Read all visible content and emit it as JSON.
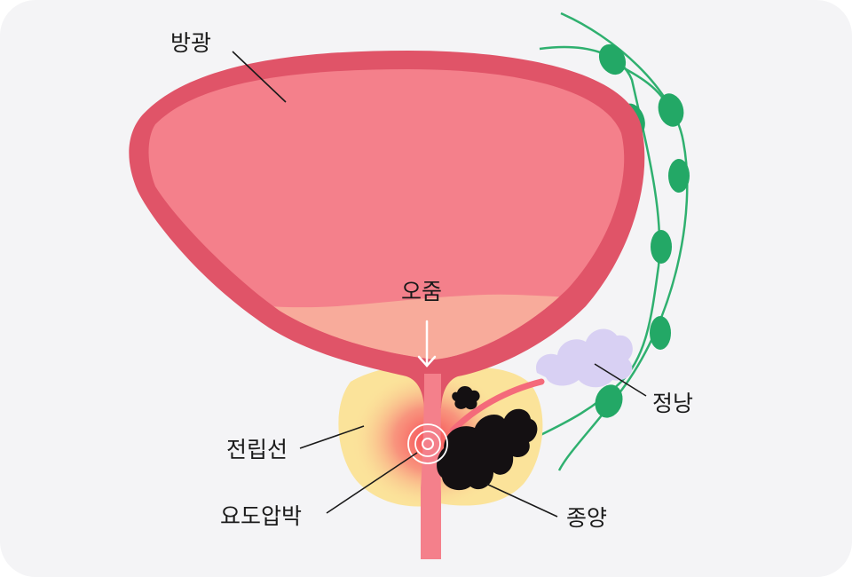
{
  "labels": {
    "bladder": "방광",
    "urine": "오줌",
    "prostate": "전립선",
    "urethral_compression": "요도압박",
    "seminal_vesicle": "정낭",
    "tumor": "종양"
  },
  "colors": {
    "background": "#f4f4f6",
    "bladder_wall": "#e05468",
    "bladder_fill": "#f4808b",
    "urine_fill": "#f8ab9b",
    "prostate": "#fbe39a",
    "inflammation": "#f6404e",
    "tumor": "#141012",
    "lymph_node": "#23a866",
    "lymph_vessel": "#2fb06f",
    "seminal_vesicle": "#d8d0f3",
    "leader_line": "#1a1a1a"
  },
  "icons": {
    "flow_arrow": "down-arrow-icon",
    "compression_marker": "target-rings-icon"
  }
}
